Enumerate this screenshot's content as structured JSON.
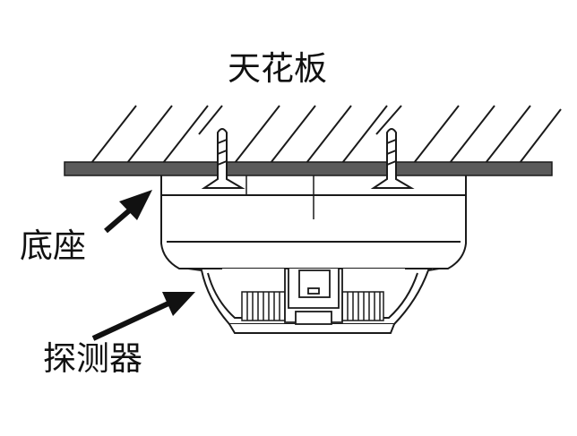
{
  "labels": {
    "ceiling": "天花板",
    "base": "底座",
    "detector": "探测器"
  },
  "colors": {
    "line": "#1a1a1a",
    "ceiling_board": "#5a5a5a",
    "background": "#ffffff"
  }
}
